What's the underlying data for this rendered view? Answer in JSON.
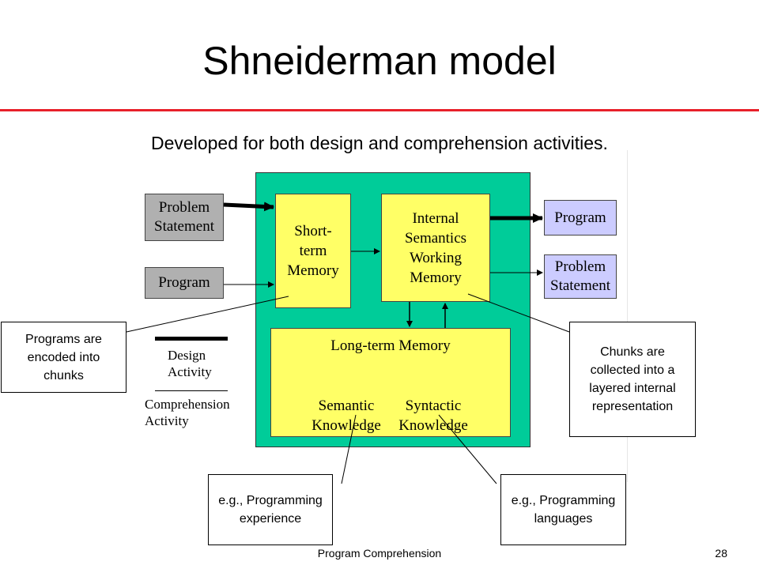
{
  "title": "Shneiderman model",
  "subtitle": "Developed for both design and comprehension activities.",
  "diagram": {
    "inputs": {
      "problem_statement": "Problem Statement",
      "program": "Program"
    },
    "short_term_memory": "Short-term Memory",
    "working_memory": "Internal Semantics Working Memory",
    "long_term_memory": {
      "label": "Long-term Memory",
      "semantic": "Semantic Knowledge",
      "syntactic": "Syntactic Knowledge"
    },
    "outputs": {
      "program": "Program",
      "problem_statement": "Problem Statement"
    },
    "legend": {
      "design": "Design Activity",
      "comprehension": "Comprehension Activity"
    }
  },
  "callouts": {
    "programs_encoded": "Programs are encoded into chunks",
    "chunks_collected": "Chunks are collected into a layered internal representation",
    "eg_experience": "e.g., Programming experience",
    "eg_languages": "e.g., Programming languages"
  },
  "footer": {
    "course": "Program Comprehension",
    "page": "28"
  },
  "colors": {
    "accent_rule": "#e8202a",
    "outer_box": "#00cc99",
    "memory_box": "#ffff66",
    "input_box": "#b0b0b0",
    "output_box": "#ccccff"
  }
}
